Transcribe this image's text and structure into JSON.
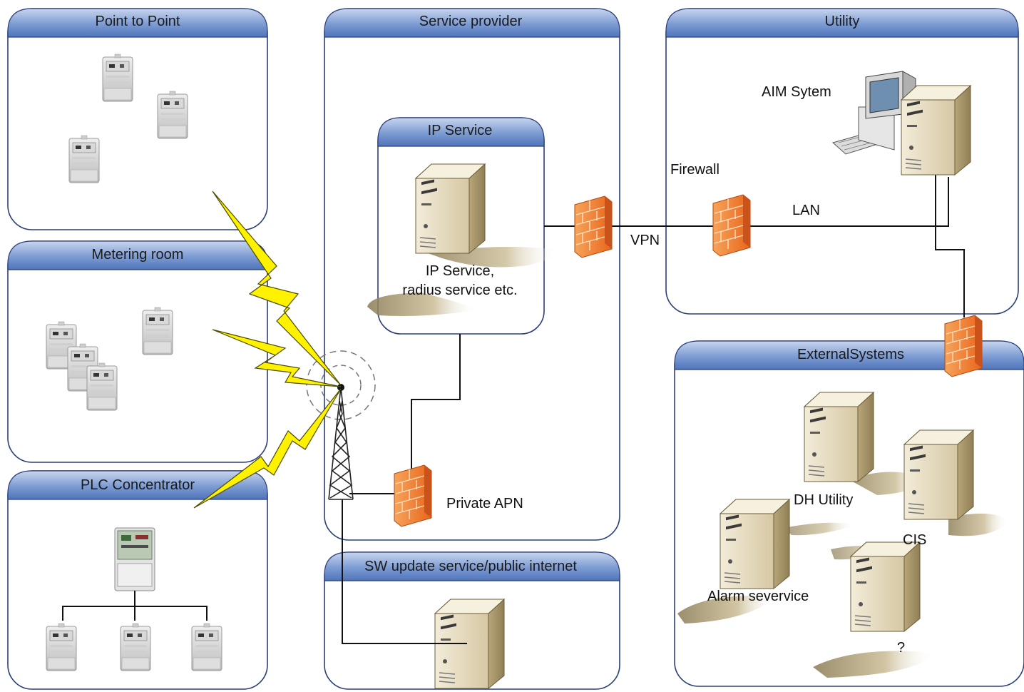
{
  "colors": {
    "header_top": "#c8d6ee",
    "header_bottom": "#4f74ba",
    "box_border": "#2c3e7a",
    "bolt_fill": "#fff200",
    "firewall": "#f07a2a",
    "server_body": "#d9cba8",
    "shadow": "#b5a67e"
  },
  "containers": {
    "point_to_point": "Point to Point",
    "metering_room": "Metering room",
    "plc_concentrator": "PLC Concentrator",
    "service_provider": "Service provider",
    "ip_service": "IP Service",
    "sw_update": "SW update service/public internet",
    "utility": "Utility",
    "external_systems": "ExternalSystems"
  },
  "labels": {
    "ip_service_desc_line1": "IP Service,",
    "ip_service_desc_line2": "radius service etc.",
    "private_apn": "Private APN",
    "vpn": "VPN",
    "firewall": "Firewall",
    "lan": "LAN",
    "aim_system": "AIM Sytem",
    "dh_utility": "DH Utility",
    "cis": "CIS",
    "alarm_service": "Alarm severvice",
    "unknown": "?"
  },
  "icons": {
    "meter": "electricity-meter-icon",
    "concentrator": "plc-concentrator-icon",
    "server": "server-tower-icon",
    "firewall": "firewall-brick-icon",
    "tower": "radio-tower-icon",
    "workstation": "desktop-computer-icon"
  }
}
